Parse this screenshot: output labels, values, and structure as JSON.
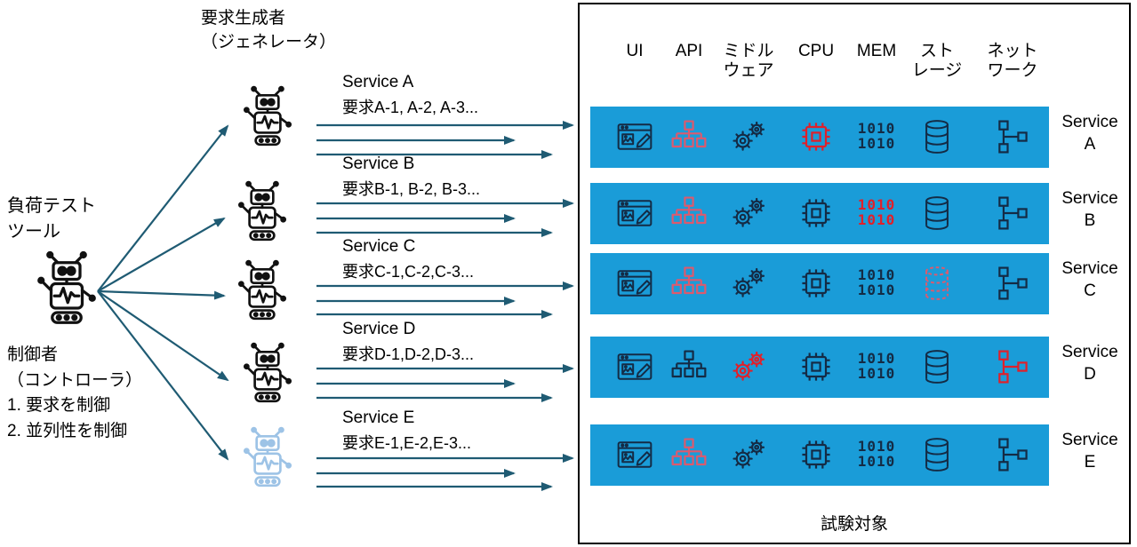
{
  "colors": {
    "bar_blue": "#1A9CD8",
    "icon_dark": "#142B45",
    "icon_pink": "#DC5A6E",
    "icon_red": "#E0202A",
    "arrow": "#1F5B73",
    "robot_dark": "#111111",
    "robot_light": "#9DC3E6"
  },
  "left": {
    "tool_label": "負荷テスト\nツール",
    "controller_label": "制御者\n（コントローラ）\n1. 要求を制御\n2. 並列性を制御"
  },
  "generators": {
    "title": "要求生成者\n（ジェネレータ）",
    "items": [
      {
        "service": "Service A",
        "requests": "要求A-1, A-2, A-3..."
      },
      {
        "service": "Service B",
        "requests": "要求B-1, B-2, B-3..."
      },
      {
        "service": "Service C",
        "requests": "要求C-1,C-2,C-3..."
      },
      {
        "service": "Service D",
        "requests": "要求D-1,D-2,D-3..."
      },
      {
        "service": "Service E",
        "requests": "要求E-1,E-2,E-3..."
      }
    ]
  },
  "target": {
    "columns": [
      "UI",
      "API",
      "ミドル\nウェア",
      "CPU",
      "MEM",
      "スト\nレージ",
      "ネット\nワーク"
    ],
    "column_icons": [
      "browser-window-icon",
      "sitemap-icon",
      "gears-icon",
      "cpu-chip-icon",
      "binary-memory-glyph",
      "database-icon",
      "network-nodes-icon"
    ],
    "mem_glyph": "1010\n1010",
    "rows": [
      {
        "label": "Service\nA",
        "icon_states": [
          "dark",
          "pink",
          "dark",
          "red",
          "dark",
          "dark",
          "dark"
        ]
      },
      {
        "label": "Service\nB",
        "icon_states": [
          "dark",
          "pink",
          "dark",
          "dark",
          "red",
          "dark",
          "dark"
        ]
      },
      {
        "label": "Service\nC",
        "icon_states": [
          "dark",
          "pink",
          "dark",
          "dark",
          "dark",
          "pink-dashed",
          "dark"
        ]
      },
      {
        "label": "Service\nD",
        "icon_states": [
          "dark",
          "dark",
          "red",
          "dark",
          "dark",
          "dark",
          "red"
        ]
      },
      {
        "label": "Service\nE",
        "icon_states": [
          "dark",
          "pink",
          "dark",
          "dark",
          "dark",
          "dark",
          "dark"
        ]
      }
    ],
    "footer": "試験対象"
  }
}
